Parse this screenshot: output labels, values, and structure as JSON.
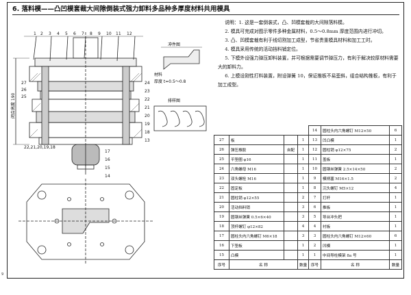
{
  "title": "6. 落料模——凸凹模套裁大间隙倒装式强力卸料多品种多厚度材料共用模具",
  "notes": [
    "说明：1. 这是一套倒装式，凸、凹模套裁的大间隙落料模。",
    "2. 模具可完成对图示零件多种金属材料，0.5～0.8mm 厚度范围内进行冲切。",
    "3. 凸、凹模套裁有利于线切割加工成型，节省贵重模具材料和加工工时。",
    "4. 模具采用传统的活动挡料销定位。",
    "5. 下模外设强力弹压卸料装置，并可根据需要调节弹压力，有利于解决较厚材料需要大的卸料力。",
    "6. 上模设刚性打料装置，附设弹簧 10，保证推板不易歪斜，组合结构推板，有利于加工成型。"
  ],
  "drawing": {
    "part_label": "冲件图",
    "material_label": "材料",
    "thickness_label": "厚度 t=0.5～0.8",
    "strip_label": "排样图",
    "dim_label": "闭合高度 190",
    "callouts_top": [
      "1",
      "2",
      "3",
      "4",
      "5",
      "6",
      "7",
      "8",
      "9",
      "10",
      "11",
      "12"
    ],
    "callouts_left": [
      "27",
      "26",
      "25",
      "24",
      "23",
      "22",
      "21",
      "20",
      "19",
      "18",
      "17",
      "16",
      "15",
      "14",
      "13"
    ],
    "bottom_seq": "22,21,20,19,18"
  },
  "bom_top_row": {
    "no": "14",
    "name": "圆柱头内六角螺钉 M12×50",
    "qty": "6"
  },
  "bom_rows": [
    {
      "no_l": "27",
      "name_l": "板",
      "spec_l": "",
      "qty_l": "1",
      "no_r": "13",
      "name_r": "凹凸模",
      "qty_r": "1"
    },
    {
      "no_l": "26",
      "name_l": "弹压橡胶",
      "spec_l": "自配",
      "qty_l": "1",
      "no_r": "12",
      "name_r": "圆柱销 φ12×75",
      "qty_r": "2"
    },
    {
      "no_l": "25",
      "name_l": "平垫圈 φ16",
      "spec_l": "",
      "qty_l": "1",
      "no_r": "11",
      "name_r": "盖板",
      "qty_r": "1"
    },
    {
      "no_l": "24",
      "name_l": "六角螺母 M16",
      "spec_l": "",
      "qty_l": "1",
      "no_r": "10",
      "name_r": "圆钢丝弹簧 2.5×14×50",
      "qty_r": "2"
    },
    {
      "no_l": "23",
      "name_l": "双头螺栓 M16",
      "spec_l": "",
      "qty_l": "1",
      "no_r": "9",
      "name_r": "模柄塞 M16×1.5",
      "qty_r": "2"
    },
    {
      "no_l": "22",
      "name_l": "固定板",
      "spec_l": "",
      "qty_l": "1",
      "no_r": "8",
      "name_r": "沉头螺钉 M5×12",
      "qty_r": "4"
    },
    {
      "no_l": "21",
      "name_l": "圆柱销 φ12×55",
      "spec_l": "",
      "qty_l": "2",
      "no_r": "7",
      "name_r": "打杆",
      "qty_r": "1"
    },
    {
      "no_l": "20",
      "name_l": "活动挡料销",
      "spec_l": "",
      "qty_l": "3",
      "no_r": "6",
      "name_r": "推板",
      "qty_r": "1"
    },
    {
      "no_l": "19",
      "name_l": "圆钢丝弹簧 0.5×6×40",
      "spec_l": "",
      "qty_l": "3",
      "no_r": "5",
      "name_r": "导台冲头把",
      "qty_r": "1"
    },
    {
      "no_l": "18",
      "name_l": "顶杆螺钉 φ12×82",
      "spec_l": "",
      "qty_l": "4",
      "no_r": "4",
      "name_r": "衬板",
      "qty_r": "1"
    },
    {
      "no_l": "17",
      "name_l": "圆柱头内六角螺钉 M6×18",
      "spec_l": "",
      "qty_l": "3",
      "no_r": "3",
      "name_r": "圆柱头内六角螺钉 M12×60",
      "qty_r": "6"
    },
    {
      "no_l": "16",
      "name_l": "下垫板",
      "spec_l": "",
      "qty_l": "1",
      "no_r": "2",
      "name_r": "凹模",
      "qty_r": "1"
    },
    {
      "no_l": "15",
      "name_l": "凸模",
      "spec_l": "",
      "qty_l": "1",
      "no_r": "1",
      "name_r": "中间导柱模架 8a 号",
      "qty_r": "1"
    }
  ],
  "bom_header": {
    "no": "序号",
    "name": "名 称",
    "qty": "数量",
    "no_r": "序号",
    "name_r": "名 称",
    "qty_r": "数量"
  },
  "margin_note": "9"
}
